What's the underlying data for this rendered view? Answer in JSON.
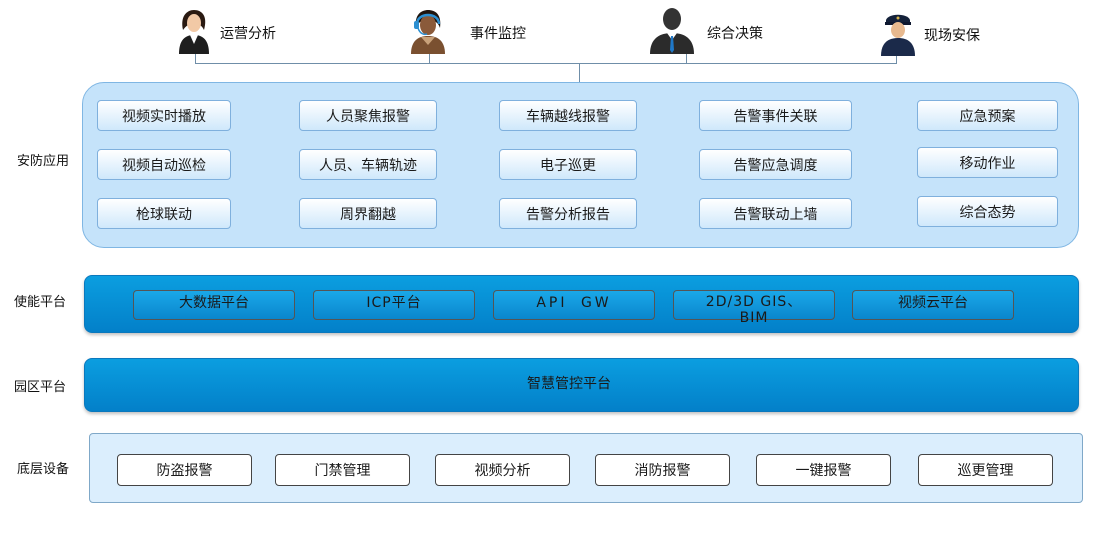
{
  "roles": [
    {
      "label": "运营分析",
      "icon": "businesswoman-icon"
    },
    {
      "label": "事件监控",
      "icon": "headset-operator-icon"
    },
    {
      "label": "综合决策",
      "icon": "executive-icon"
    },
    {
      "label": "现场安保",
      "icon": "security-guard-icon"
    }
  ],
  "layers": {
    "app": {
      "label": "安防应用",
      "columns": [
        [
          "视频实时播放",
          "视频自动巡检",
          "枪球联动"
        ],
        [
          "人员聚焦报警",
          "人员、车辆轨迹",
          "周界翻越"
        ],
        [
          "车辆越线报警",
          "电子巡更",
          "告警分析报告"
        ],
        [
          "告警事件关联",
          "告警应急调度",
          "告警联动上墙"
        ],
        [
          "应急预案",
          "移动作业",
          "综合态势"
        ]
      ]
    },
    "enable": {
      "label": "使能平台",
      "items": [
        "大数据平台",
        "ICP平台",
        "API GW",
        "2D/3D GIS、BIM",
        "视频云平台"
      ]
    },
    "park": {
      "label": "园区平台",
      "center": "智慧管控平台"
    },
    "base": {
      "label": "底层设备",
      "items": [
        "防盗报警",
        "门禁管理",
        "视频分析",
        "消防报警",
        "一键报警",
        "巡更管理"
      ]
    }
  }
}
